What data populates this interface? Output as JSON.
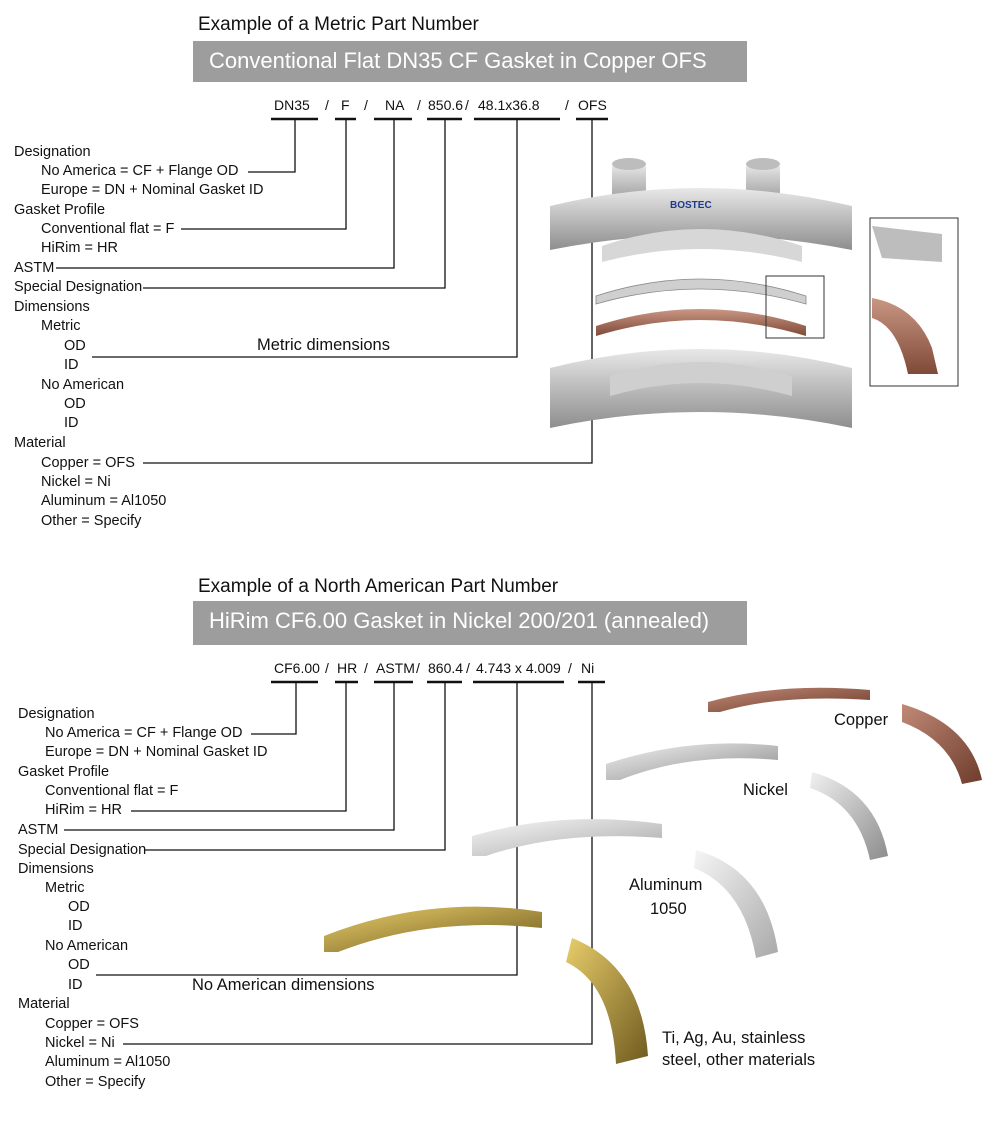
{
  "metric": {
    "heading": "Example of a Metric Part Number",
    "banner": "Conventional Flat DN35 CF Gasket in Copper OFS",
    "part_number": {
      "segments": [
        "DN35",
        "F",
        "NA",
        "850.6",
        "48.1x36.8",
        "OFS"
      ],
      "separators": [
        "/",
        "/",
        "/",
        "/",
        "/"
      ]
    },
    "labels": {
      "designation": "Designation",
      "no_america": "No America = CF + Flange OD",
      "europe": "Europe = DN + Nominal Gasket ID",
      "gasket_profile": "Gasket Profile",
      "conventional_flat": "Conventional flat = F",
      "hirim": "HiRim = HR",
      "astm": "ASTM",
      "special_designation": "Special Designation",
      "dimensions": "Dimensions",
      "metric": "Metric",
      "metric_od": "OD",
      "metric_id": "ID",
      "no_american": "No American",
      "na_od": "OD",
      "na_id": "ID",
      "material": "Material",
      "copper": "Copper = OFS",
      "nickel": "Nickel = Ni",
      "aluminum": "Aluminum = Al1050",
      "other": "Other = Specify"
    },
    "callout": "Metric dimensions",
    "brand": "BOSTEC"
  },
  "north_american": {
    "heading": "Example of a North American Part Number",
    "banner": "HiRim CF6.00 Gasket in Nickel 200/201 (annealed)",
    "part_number": {
      "segments": [
        "CF6.00",
        "HR",
        "ASTM",
        "860.4",
        "4.743 x 4.009",
        "Ni"
      ],
      "separators": [
        "/",
        "/",
        "/",
        "/",
        "/"
      ]
    },
    "labels": {
      "designation": "Designation",
      "no_america": "No America = CF + Flange OD",
      "europe": "Europe = DN + Nominal Gasket ID",
      "gasket_profile": "Gasket Profile",
      "conventional_flat": "Conventional flat = F",
      "hirim": "HiRim = HR",
      "astm": "ASTM",
      "special_designation": "Special Designation",
      "dimensions": "Dimensions",
      "metric": "Metric",
      "metric_od": "OD",
      "metric_id": "ID",
      "no_american": "No American",
      "na_od": "OD",
      "na_id": "ID",
      "material": "Material",
      "copper": "Copper = OFS",
      "nickel": "Nickel = Ni",
      "aluminum": "Aluminum = Al1050",
      "other": "Other = Specify"
    },
    "callout": "No American dimensions",
    "materials": {
      "copper": "Copper",
      "nickel": "Nickel",
      "aluminum_line1": "Aluminum",
      "aluminum_line2": "1050",
      "other_line1": "Ti, Ag, Au, stainless",
      "other_line2": "steel, other materials"
    }
  },
  "colors": {
    "banner": "#9d9d9d",
    "copper": "#a0644f",
    "nickel": "#c9c9c9",
    "aluminum": "#dcdcdc",
    "gold": "#c9a53c"
  }
}
